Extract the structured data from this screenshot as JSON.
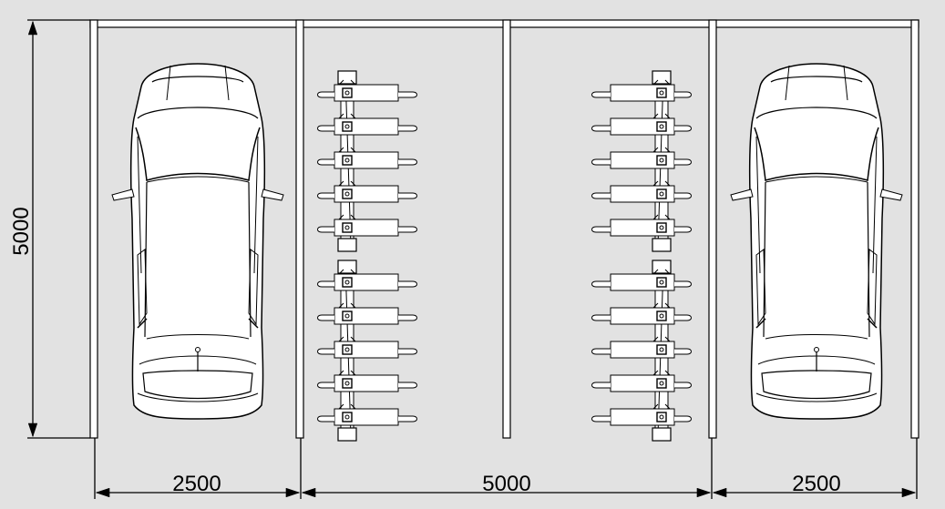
{
  "dimensions": {
    "left_depth": "5000",
    "bottom_left_bay": "2500",
    "bottom_middle_bay": "5000",
    "bottom_right_bay": "2500"
  },
  "bike_racks": {
    "left_column_racks": 2,
    "right_column_racks": 2,
    "bikes_per_rack": 5
  },
  "colors": {
    "background": "#e2e2e2",
    "line": "#000000",
    "fill": "#ffffff"
  }
}
